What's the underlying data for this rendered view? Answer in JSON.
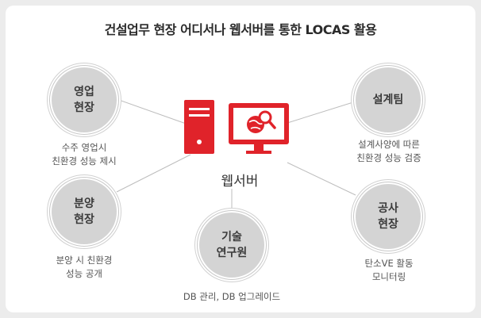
{
  "title": "건설업무 현장 어디서나 웹서버를 통한 LOCAS 활용",
  "colors": {
    "server_red": "#e0232a",
    "node_gray": "#d4d4d4",
    "line_gray": "#bdbdbd"
  },
  "center": {
    "label": "웹서버",
    "icons": [
      "server-tower-icon",
      "monitor-globe-search-icon"
    ]
  },
  "nodes": [
    {
      "label": "영업\n현장",
      "desc": "수주 영업시\n친환경 성능 제시"
    },
    {
      "label": "분양\n현장",
      "desc": "분양 시 친환경\n성능 공개"
    },
    {
      "label": "기술\n연구원",
      "desc": "DB 관리, DB 업그레이드"
    },
    {
      "label": "설계팀",
      "desc": "설계사양에 따른\n친환경 성능 검증"
    },
    {
      "label": "공사\n현장",
      "desc": "탄소VE 활동\n모니터링"
    }
  ]
}
